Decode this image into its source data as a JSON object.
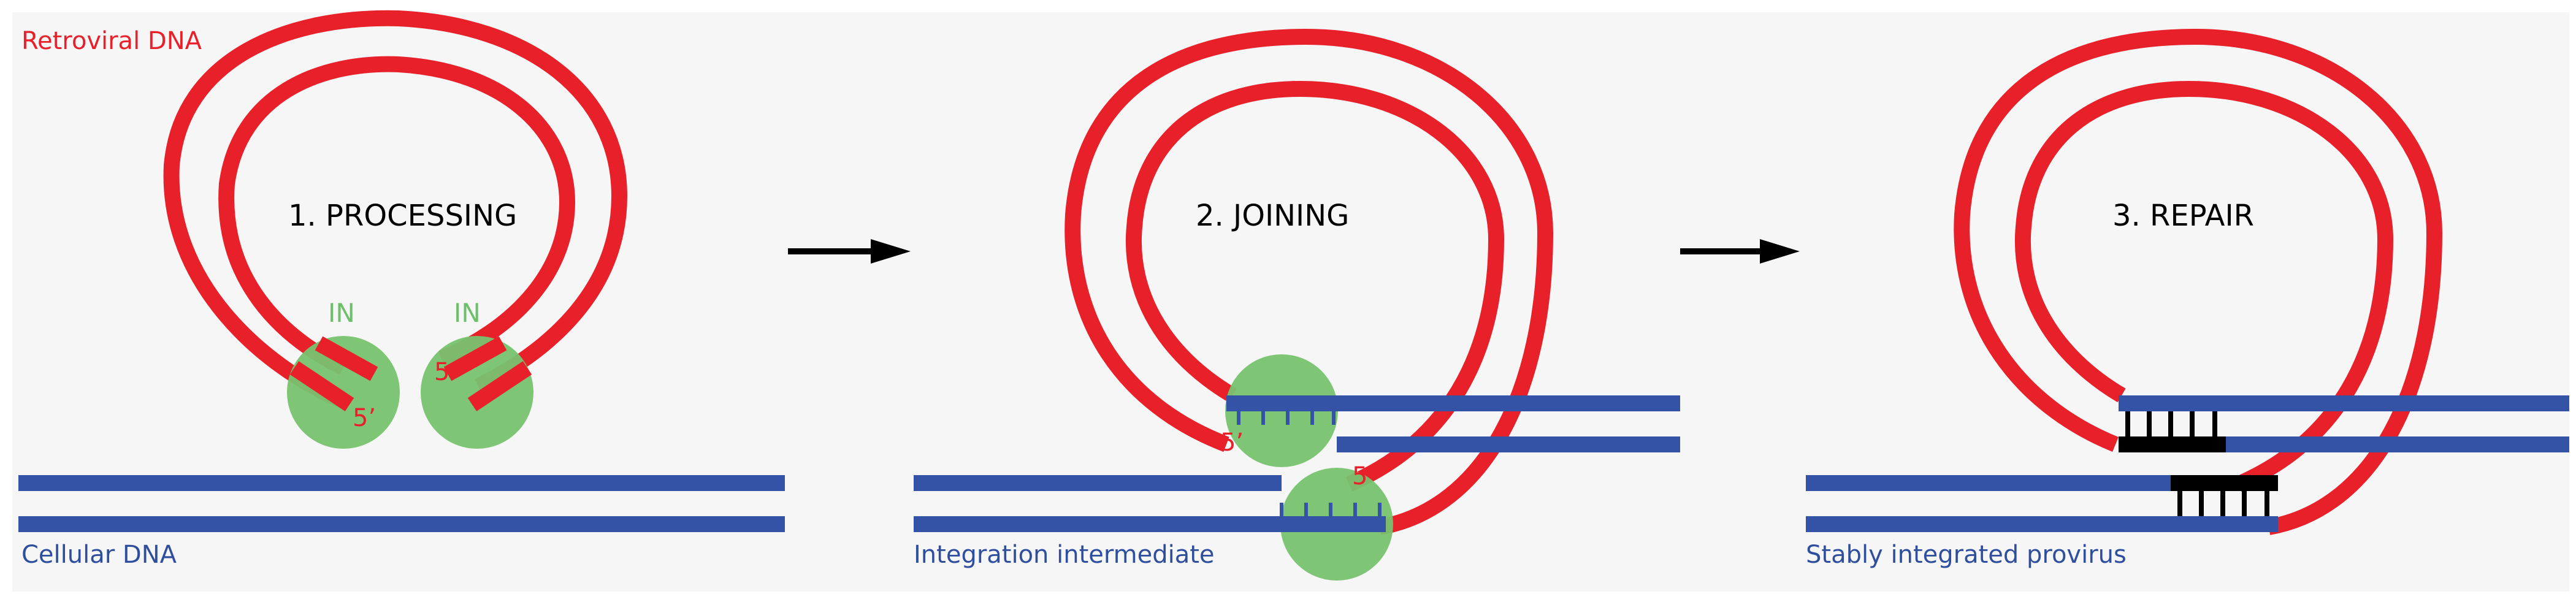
{
  "labels": {
    "retroviral_dna": "Retroviral DNA",
    "cellular_dna": "Cellular DNA",
    "step1_title": "1. PROCESSING",
    "step2_title": "2. JOINING",
    "step3_title": "3. REPAIR",
    "integrase_left": "IN",
    "integrase_right": "IN",
    "five_prime": "5’",
    "integration_intermediate": "Integration intermediate",
    "stably_integrated": "Stably integrated provirus"
  },
  "colors": {
    "viral_dna": "#e8202a",
    "cellular_dna": "#3553a6",
    "integrase": "#77c36f",
    "repair_fill": "#000000",
    "arrow": "#000000",
    "panel_background": "#f6f6f6"
  },
  "icons": {
    "arrow_1": "right-arrow",
    "arrow_2": "right-arrow"
  }
}
